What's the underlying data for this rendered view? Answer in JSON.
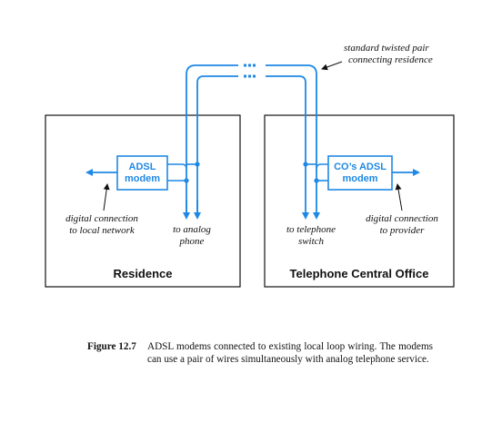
{
  "colors": {
    "wire": "#1e88e5",
    "ink": "#111111",
    "background": "#ffffff"
  },
  "labels": {
    "twisted_pair_line1": "standard twisted pair",
    "twisted_pair_line2": "connecting residence",
    "residence_title": "Residence",
    "central_office_title": "Telephone Central Office",
    "adsl_modem_line1": "ADSL",
    "adsl_modem_line2": "modem",
    "co_modem_line1": "CO’s ADSL",
    "co_modem_line2": "modem",
    "digital_local_line1": "digital connection",
    "digital_local_line2": "to local network",
    "analog_phone_line1": "to analog",
    "analog_phone_line2": "phone",
    "telephone_switch_line1": "to telephone",
    "telephone_switch_line2": "switch",
    "digital_provider_line1": "digital connection",
    "digital_provider_line2": "to provider"
  },
  "caption": {
    "label": "Figure 12.7",
    "text": "ADSL modems connected to existing local loop wiring. The modems can use a pair of wires simultaneously with analog telephone service."
  }
}
